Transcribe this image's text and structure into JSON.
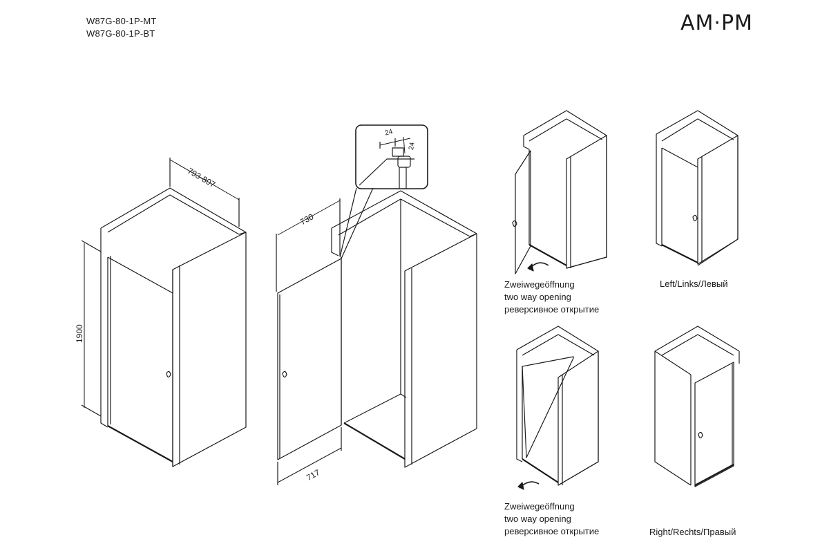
{
  "models": [
    "W87G-80-1P-MT",
    "W87G-80-1P-BT"
  ],
  "logo": "AM·PM",
  "dimensions": {
    "width_range": "793-807",
    "height": "1900",
    "door_depth": "730",
    "door_width": "717",
    "profile_a": "24",
    "profile_b": "24"
  },
  "captions": {
    "two_way_top": [
      "Zweiwegeöffnung",
      "two way opening",
      "реверсивное открытие"
    ],
    "two_way_bottom": [
      "Zweiwegeöffnung",
      "two way opening",
      "реверсивное открытие"
    ],
    "left": "Left/Links/Левый",
    "right": "Right/Rechts/Правый"
  }
}
